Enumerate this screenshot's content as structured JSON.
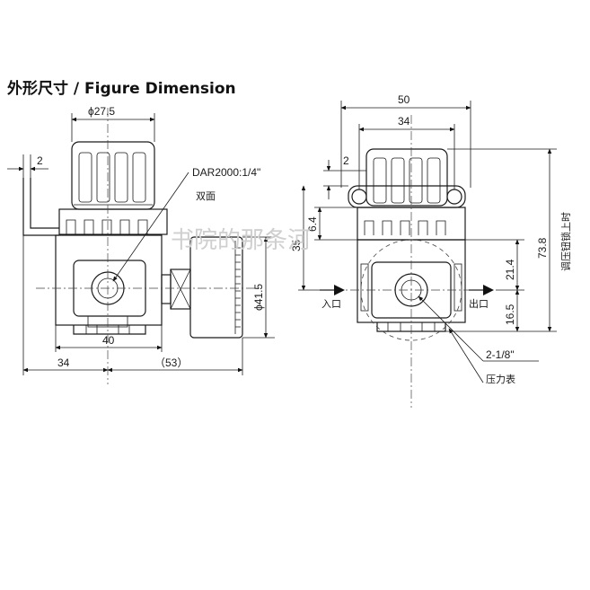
{
  "title": "外形尺寸 / Figure Dimension",
  "watermark": "书院的那条河",
  "left_view": {
    "dim_phi_knob": "ϕ27.5",
    "dim_2": "2",
    "label_model": "DAR2000:1/4\"",
    "label_double_face": "双面",
    "dim_phi_gauge": "ϕ41.5",
    "dim_40": "40",
    "dim_34": "34",
    "dim_53": "（53）"
  },
  "right_view": {
    "dim_50": "50",
    "dim_34": "34",
    "dim_2": "2",
    "dim_6_4": "6.4",
    "dim_35": "35",
    "dim_21_4": "21.4",
    "dim_16_5": "16.5",
    "dim_73_8": "73.8",
    "label_lock": "调压钮锁上时",
    "label_inlet": "入口",
    "label_outlet": "出口",
    "label_port": "2-1/8\"",
    "label_gauge": "压力表"
  }
}
